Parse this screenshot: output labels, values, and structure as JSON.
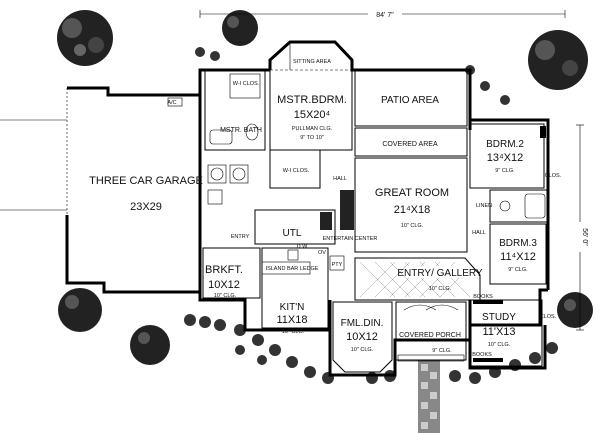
{
  "plan": {
    "overall_width": "84' 7\"",
    "overall_depth": "56' 0\"",
    "rooms": {
      "garage": {
        "name": "THREE CAR GARAGE",
        "size": "23X29"
      },
      "master_bedroom": {
        "name": "MSTR.BDRM.",
        "size": "15X20⁴",
        "ceiling_line1": "PULLMAN CLG.",
        "ceiling_line2": "9\" TO 10\""
      },
      "sitting_area": {
        "name": "SITTING AREA"
      },
      "master_bath": {
        "name": "MSTR. BATH"
      },
      "wi_closet_top": {
        "name": "W-I CLOS."
      },
      "wi_closet_lower": {
        "name": "W-I CLOS."
      },
      "patio": {
        "name": "PATIO AREA"
      },
      "covered_area": {
        "name": "COVERED AREA"
      },
      "bedroom2": {
        "name": "BDRM.2",
        "size": "13⁴X12",
        "ceiling": "9\" CLG."
      },
      "bedroom3": {
        "name": "BDRM.3",
        "size": "11⁴X12",
        "ceiling": "9\" CLG."
      },
      "great_room": {
        "name": "GREAT ROOM",
        "size": "21⁴X18",
        "ceiling": "10\" CLG."
      },
      "breakfast": {
        "name": "BRKFT.",
        "size": "10X12",
        "ceiling": "10\" CLG."
      },
      "kitchen": {
        "name": "KIT'N",
        "size": "11X18",
        "ceiling": "10\" CLG."
      },
      "utility": {
        "name": "UTL"
      },
      "island": {
        "name": "ISLAND BAR LEDGE"
      },
      "entry_gallery": {
        "name": "ENTRY/ GALLERY",
        "ceiling": "10\" CLG."
      },
      "formal_dining": {
        "name": "FML.DIN.",
        "size": "10X12",
        "ceiling": "10\" CLG."
      },
      "study": {
        "name": "STUDY",
        "size": "11'X13",
        "ceiling": "10\" CLG."
      },
      "covered_porch": {
        "name": "COVERED PORCH",
        "ceiling": "9\" CLG."
      }
    },
    "small_labels": {
      "ac": "A/C",
      "hall_upper": "HALL",
      "hall_right": "HALL",
      "entry_side": "ENTRY",
      "linen": "LINEN",
      "clos_bdrm2": "CLOS.",
      "clos_study": "CLOS.",
      "books_top": "BOOKS",
      "books_bottom": "BOOKS",
      "dw": "D W",
      "ov": "OV",
      "pty": "PTY",
      "ent_center": "ENTERTAIN CENTER"
    }
  }
}
